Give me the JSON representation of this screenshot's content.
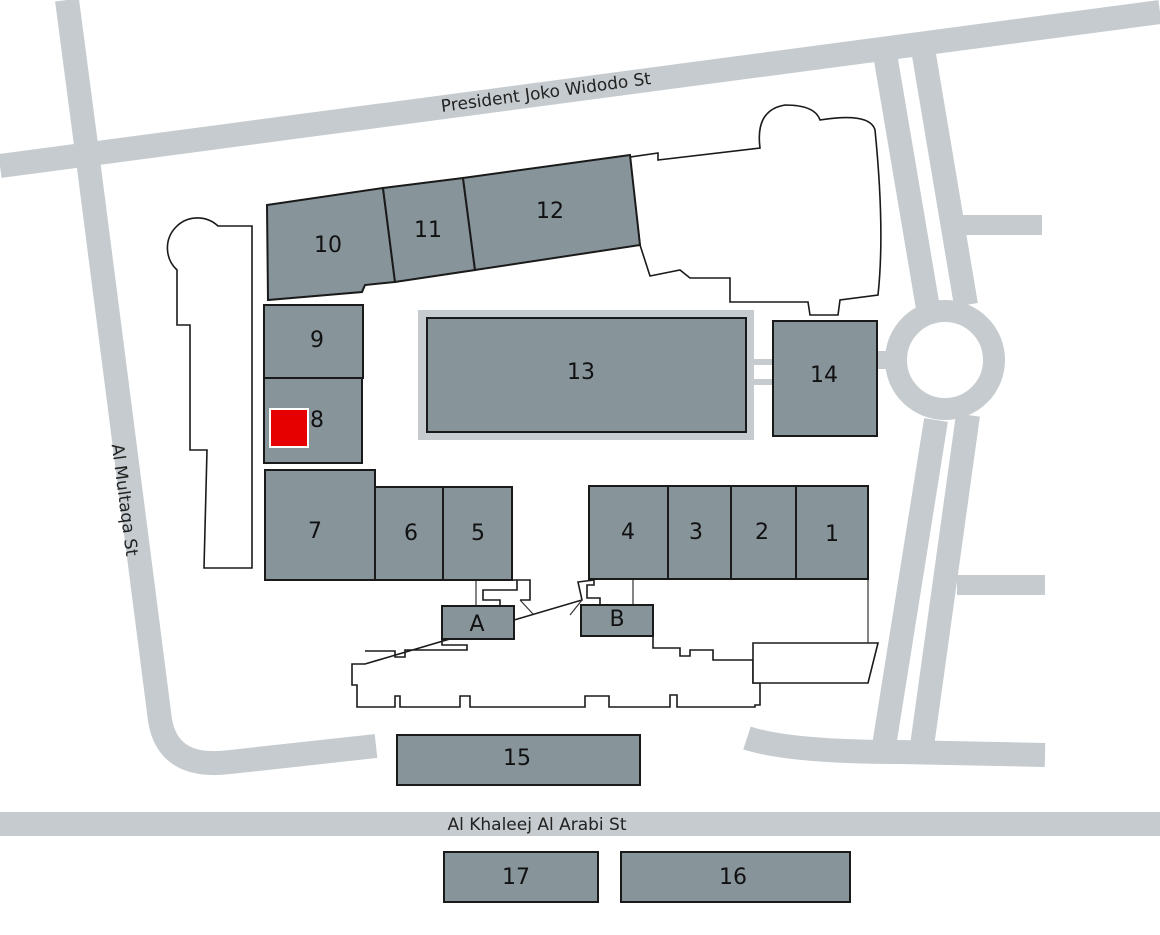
{
  "streets": {
    "north": "President Joko Widodo St",
    "west": "Al Multaqa St",
    "south": "Al Khaleej Al Arabi St"
  },
  "buildings": [
    "1",
    "2",
    "3",
    "4",
    "5",
    "6",
    "7",
    "8",
    "9",
    "10",
    "11",
    "12",
    "13",
    "14",
    "15",
    "16",
    "17",
    "A",
    "B"
  ],
  "highlight": {
    "building": "8",
    "color": "#e60000"
  },
  "colors": {
    "road": "#c5cbce",
    "building": "#87959b"
  }
}
